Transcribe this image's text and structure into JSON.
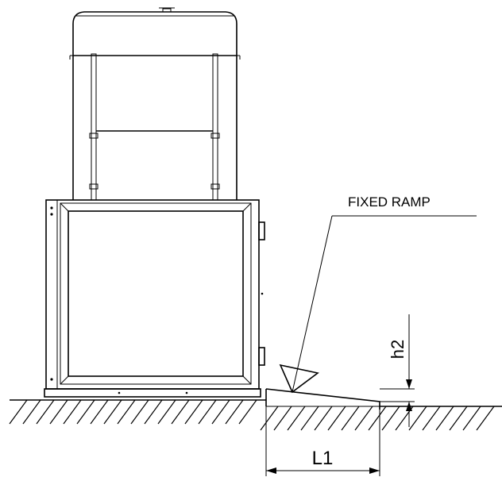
{
  "labels": {
    "fixed_ramp": "FIXED RAMP",
    "h2": "h2",
    "l1": "L1"
  },
  "colors": {
    "line": "#000000",
    "background": "#ffffff"
  }
}
